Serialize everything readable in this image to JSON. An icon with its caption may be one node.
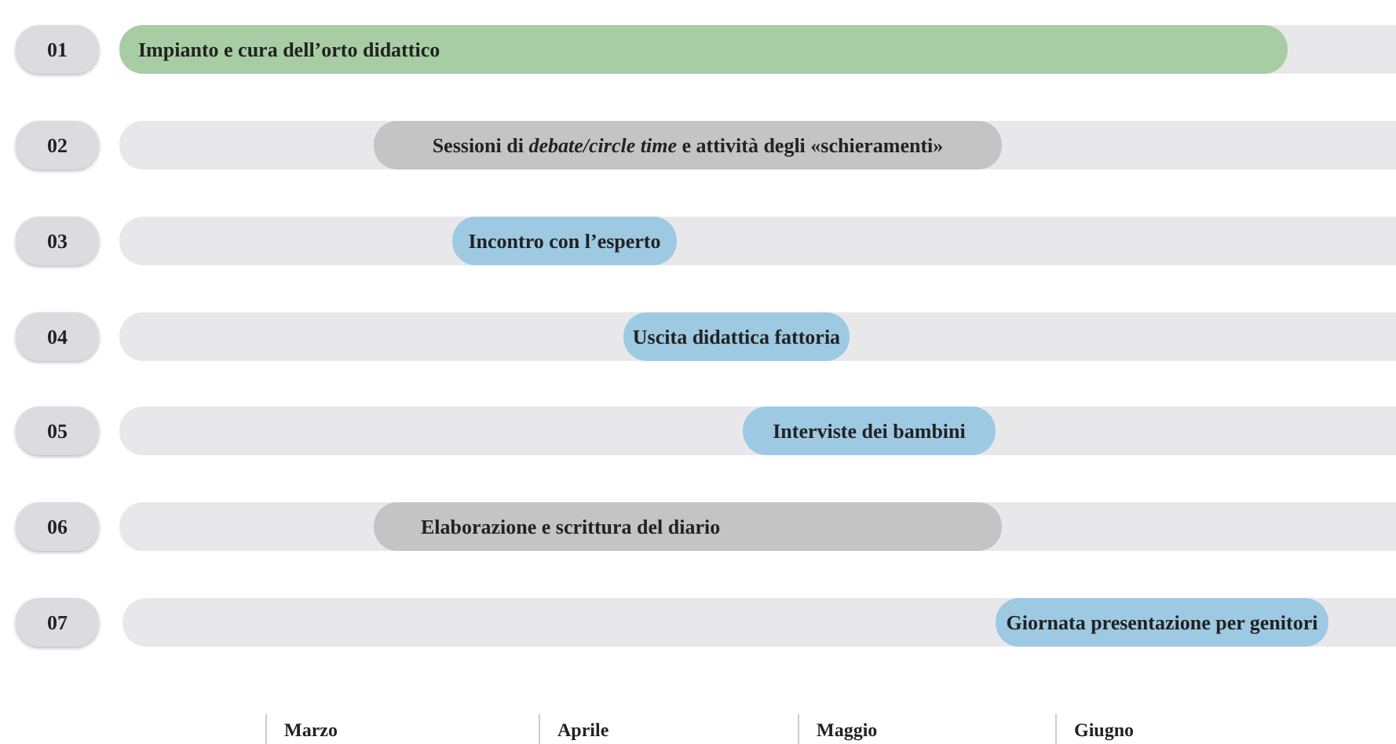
{
  "diagram": {
    "nodes": [
      {
        "text": [
          "01"
        ]
      },
      {
        "text": [],
        "shape": "bar"
      },
      {
        "text": [
          "Impianto e cura dell’orto didattico"
        ],
        "in": 1
      },
      {
        "text": [
          "02"
        ]
      },
      {
        "text": [],
        "shape": "bar"
      },
      {
        "text": [
          "Sessioni di *debate/circle time* e attività degli «schieramenti»"
        ],
        "in": 4
      },
      {
        "text": [
          "03"
        ]
      },
      {
        "text": [],
        "shape": "bar"
      },
      {
        "text": [
          "Incontro con l’esperto"
        ],
        "in": 7
      },
      {
        "text": [
          "04"
        ]
      },
      {
        "text": [],
        "shape": "bar"
      },
      {
        "text": [
          "Uscita didattica fattoria"
        ],
        "in": 10
      },
      {
        "text": [
          "05"
        ]
      },
      {
        "text": [],
        "shape": "bar"
      },
      {
        "text": [
          "Interviste dei bambini"
        ],
        "in": 13
      },
      {
        "text": [
          "06"
        ]
      },
      {
        "text": [],
        "shape": "bar"
      },
      {
        "text": [
          "Elaborazione e scrittura del diario"
        ],
        "in": 16
      },
      {
        "text": [
          "07"
        ]
      },
      {
        "text": [],
        "shape": "bar"
      },
      {
        "text": [
          "Giornata presentazione per genitori"
        ],
        "in": 19
      }
    ],
    "labels": [
      "Marzo",
      "Aprile",
      "Maggio",
      "Giugno"
    ]
  }
}
